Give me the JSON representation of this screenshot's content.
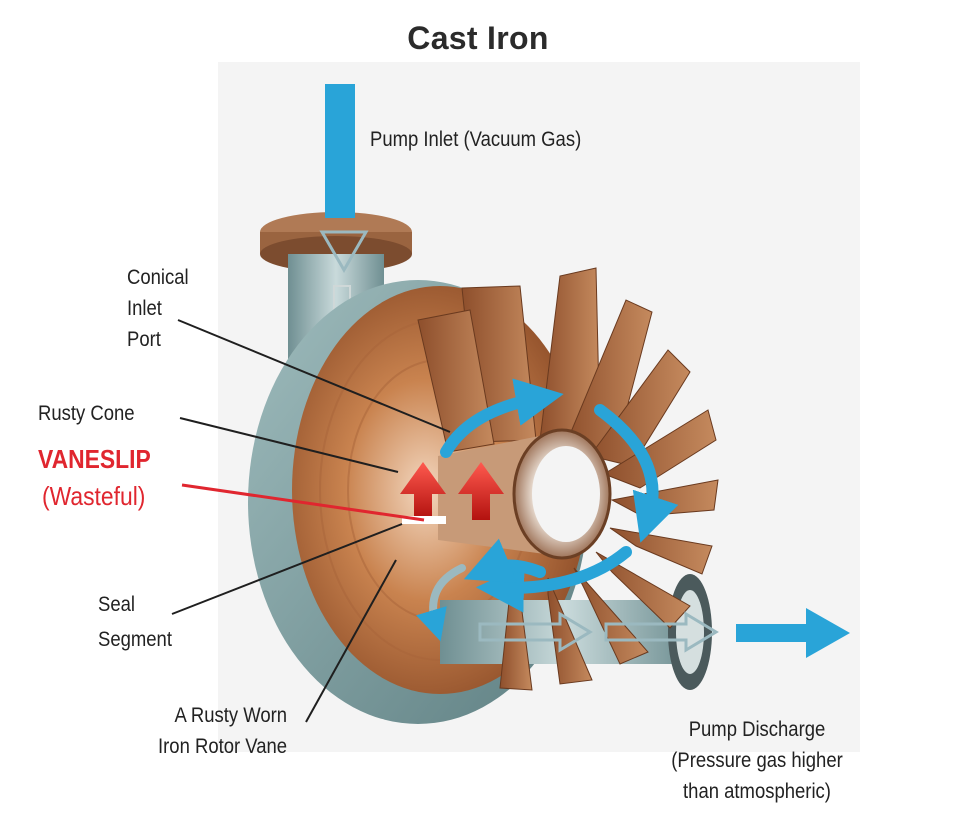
{
  "title": "Cast Iron",
  "labels": {
    "pump_inlet": "Pump Inlet (Vacuum Gas)",
    "conical_inlet_port": [
      "Conical",
      "Inlet",
      "Port"
    ],
    "rusty_cone": "Rusty Cone",
    "vaneslip": "VANESLIP",
    "vaneslip_note": "(Wasteful)",
    "seal_segment": [
      "Seal",
      "Segment"
    ],
    "rotor_vane": [
      "A Rusty Worn",
      "Iron Rotor Vane"
    ],
    "pump_discharge": [
      "Pump Discharge",
      "(Pressure gas higher",
      "than atmospheric)"
    ]
  },
  "colors": {
    "flow_blue": "#29a4d8",
    "warning_red": "#e0262f",
    "rust": "#b5683a",
    "steel": "#7f9ea0"
  }
}
